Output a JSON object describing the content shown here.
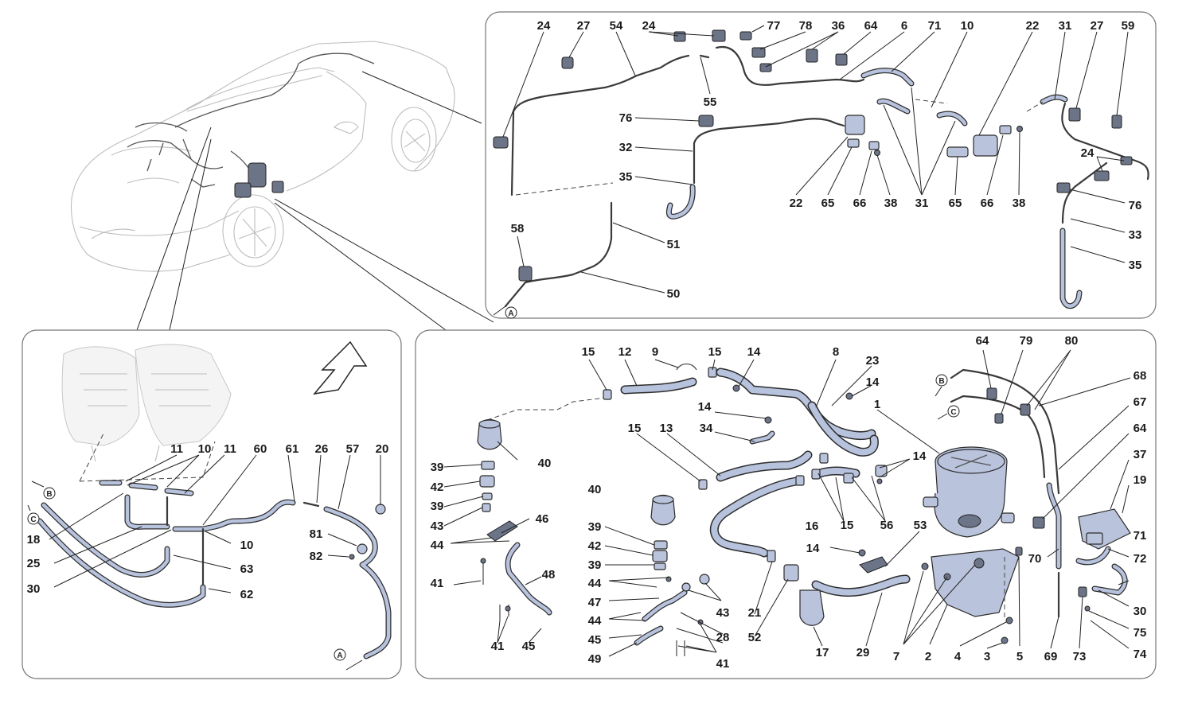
{
  "diagram": {
    "panels": [
      "car-overview",
      "top-right-detail",
      "bottom-left-detail",
      "bottom-right-detail"
    ]
  },
  "labels": {
    "tr": {
      "p24a": "24",
      "p27a": "27",
      "p54": "54",
      "p24b": "24",
      "p77": "77",
      "p78": "78",
      "p36": "36",
      "p64": "64",
      "p6": "6",
      "p71": "71",
      "p10": "10",
      "p22a": "22",
      "p31a": "31",
      "p27b": "27",
      "p59": "59",
      "p55": "55",
      "p76a": "76",
      "p32": "32",
      "p35a": "35",
      "p22b": "22",
      "p65a": "65",
      "p66a": "66",
      "p38a": "38",
      "p31b": "31",
      "p65b": "65",
      "p66b": "66",
      "p38b": "38",
      "p24c": "24",
      "p76b": "76",
      "p33": "33",
      "p35b": "35",
      "p58": "58",
      "p51": "51",
      "p50": "50"
    },
    "bl": {
      "p11a": "11",
      "p10a": "10",
      "p11b": "11",
      "p60": "60",
      "p61": "61",
      "p26": "26",
      "p57": "57",
      "p20": "20",
      "p18": "18",
      "p25": "25",
      "p30": "30",
      "p10b": "10",
      "p63": "63",
      "p62": "62",
      "p81": "81",
      "p82": "82"
    },
    "br": {
      "p15a": "15",
      "p12": "12",
      "p9": "9",
      "p15b": "15",
      "p14a": "14",
      "p8": "8",
      "p23": "23",
      "p14b": "14",
      "p1": "1",
      "p64a": "64",
      "p79": "79",
      "p80": "80",
      "p68": "68",
      "p67": "67",
      "p64b": "64",
      "p37": "37",
      "p19": "19",
      "p40a": "40",
      "p14c": "14",
      "p34": "34",
      "p15c": "15",
      "p13": "13",
      "p14d": "14",
      "p39a": "39",
      "p42a": "42",
      "p39b": "39",
      "p43a": "43",
      "p44a": "44",
      "p46": "46",
      "p40b": "40",
      "p16": "16",
      "p15d": "15",
      "p56": "56",
      "p53": "53",
      "p39c": "39",
      "p42b": "42",
      "p39d": "39",
      "p14e": "14",
      "p70": "70",
      "p71": "71",
      "p72": "72",
      "p41a": "41",
      "p48": "48",
      "p44b": "44",
      "p47": "47",
      "p43b": "43",
      "p21": "21",
      "p52": "52",
      "p44c": "44",
      "p45a": "45",
      "p28": "28",
      "p41b": "41",
      "p45b": "45",
      "p49": "49",
      "p41c": "41",
      "p17": "17",
      "p29": "29",
      "p7": "7",
      "p2": "2",
      "p4": "4",
      "p3": "3",
      "p5": "5",
      "p69": "69",
      "p73": "73",
      "p30": "30",
      "p75": "75",
      "p74": "74"
    }
  },
  "connectors": {
    "A": "A",
    "B": "B",
    "C": "C"
  },
  "colors": {
    "part_fill": "#b9c3dc",
    "outline": "#2d2d2d",
    "car_line": "#bdbdbd"
  }
}
